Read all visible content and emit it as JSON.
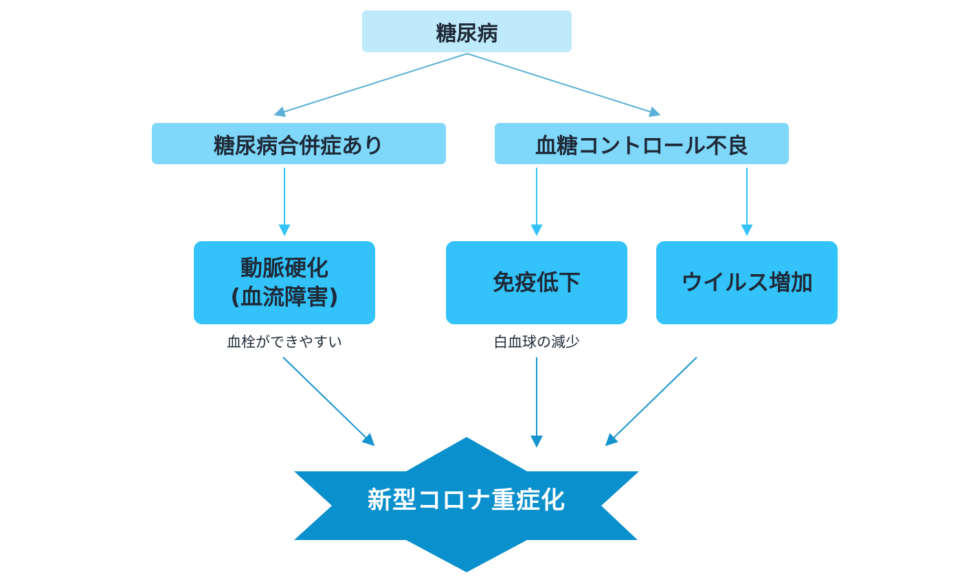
{
  "root": {
    "label": "糖尿病"
  },
  "level2": {
    "left": "糖尿病合併症あり",
    "right": "血糖コントロール不良"
  },
  "level3": {
    "atherosclerosis": {
      "line1": "動脈硬化",
      "line2": "(血流障害)",
      "note": "血栓ができやすい"
    },
    "immunity": {
      "label": "免疫低下",
      "note": "白血球の減少"
    },
    "virus": {
      "label": "ウイルス増加"
    }
  },
  "result": {
    "label": "新型コロナ重症化"
  },
  "colors": {
    "root_fill": "#bfeafb",
    "level2_fill": "#7fd7f9",
    "level3_fill": "#33c3fa",
    "result_fill": "#0a90cc",
    "upper_arrow": "#5ab0d6",
    "mid_arrow": "#33c3fa",
    "lower_arrow": "#1593cf"
  }
}
